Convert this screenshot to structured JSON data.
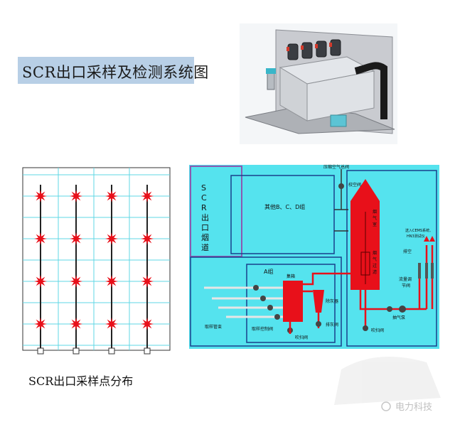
{
  "title": "SCR出口采样及检测系统图",
  "caption": "SCR出口采样点分布",
  "diagram": {
    "compressed_air_valve": "压缩空气总阀",
    "scr_outlet_flue": [
      "S",
      "C",
      "R",
      "出",
      "口",
      "烟",
      "道"
    ],
    "other_groups": "其他B、C、D组",
    "group_a": "A组",
    "header_box": "集箱",
    "sampling_pipe": "取样管束",
    "sampling_control_valve": "取样控制阀",
    "purge_valve_bottom": "吹扫阀",
    "ash_trap": "除灰器",
    "drain_valve": "排灰阀",
    "calibration_valve": "校空阀",
    "flue_gas_chamber": [
      "烟",
      "气",
      "室"
    ],
    "flue_filter": [
      "烟",
      "气",
      "过",
      "滤"
    ],
    "blowback_valve": "吹扫阀",
    "pump": "抽气泵",
    "flow_regulating_valve": [
      "流量调",
      "节阀"
    ],
    "vent": "排空",
    "to_cems": [
      "送入CEMS系统、",
      "HN3测试仪"
    ]
  },
  "watermark": "电力科技",
  "colors": {
    "cyan_bg": "#55e3ee",
    "red": "#e8101a",
    "flue_box": "#8a5ab0"
  }
}
